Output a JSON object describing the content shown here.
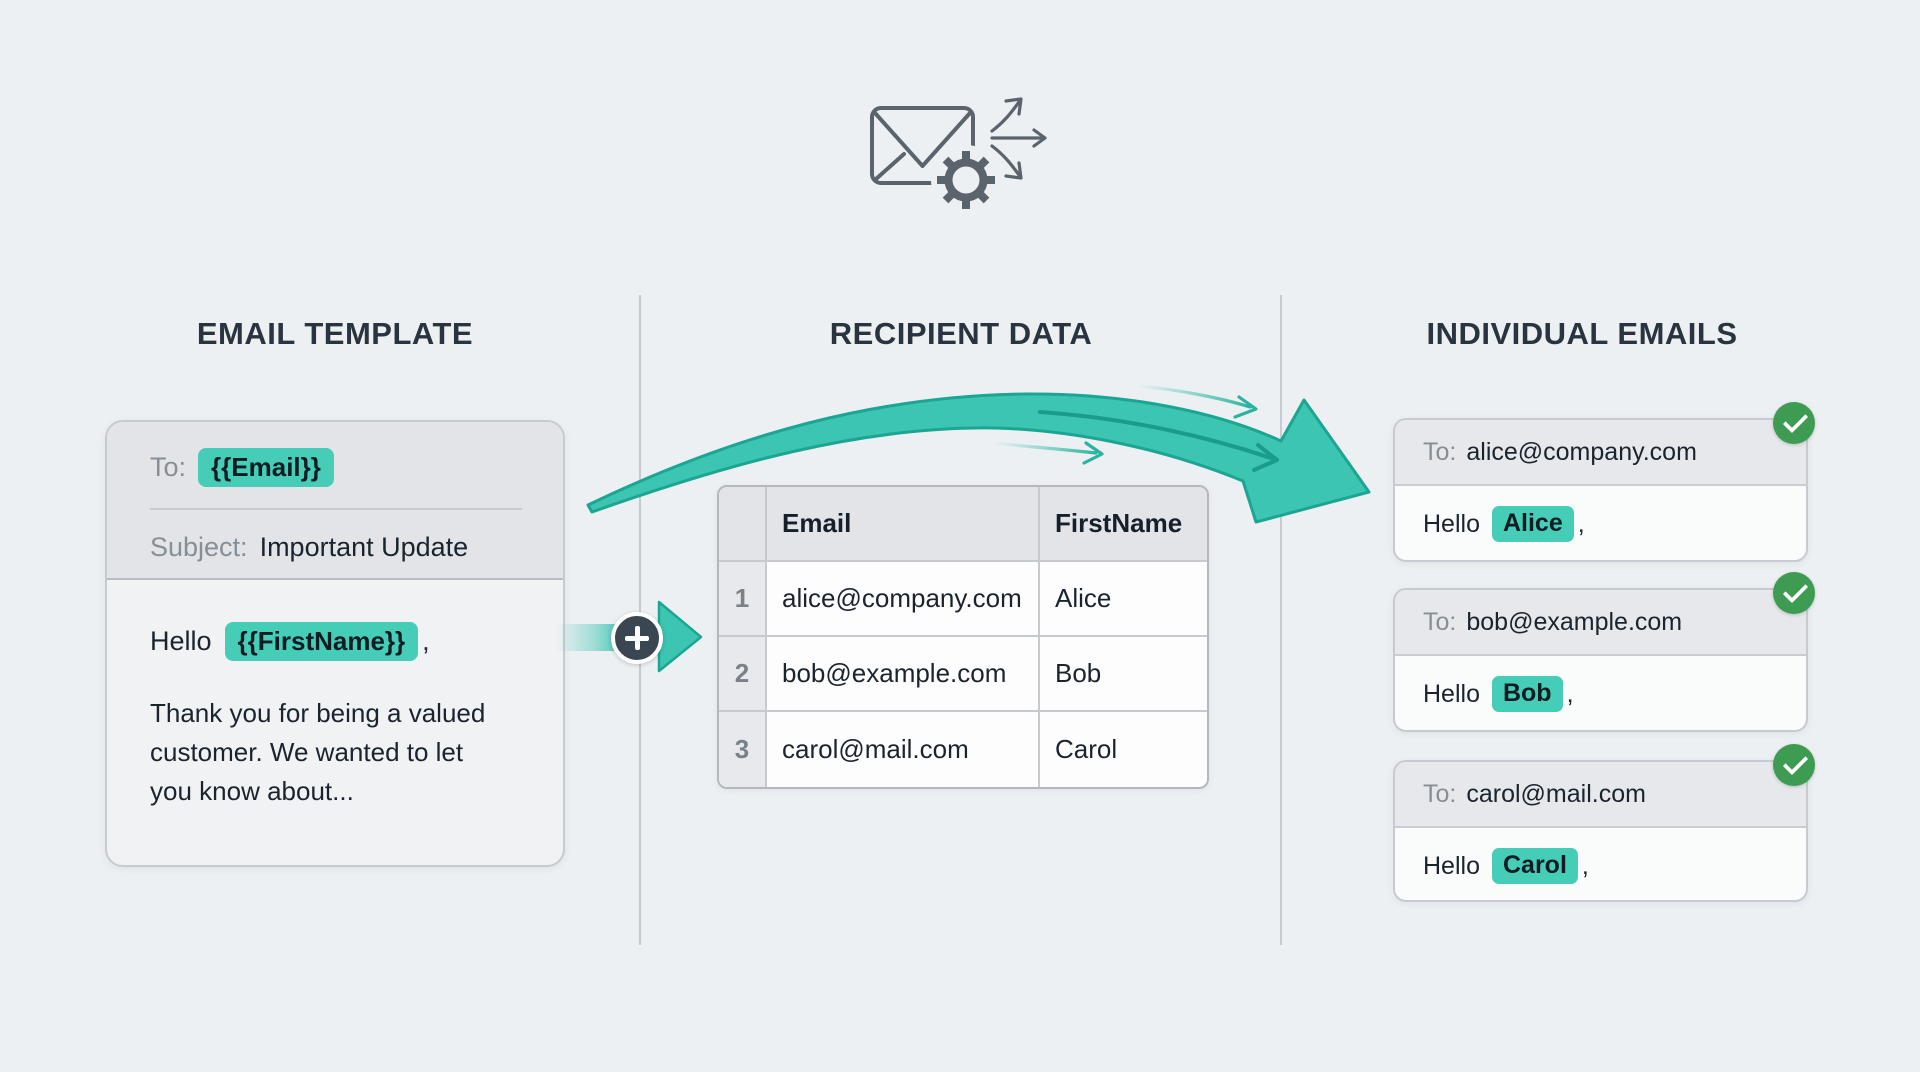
{
  "diagram": {
    "columns": [
      {
        "heading": "EMAIL TEMPLATE"
      },
      {
        "heading": "RECIPIENT DATA"
      },
      {
        "heading": "INDIVIDUAL EMAILS"
      }
    ]
  },
  "template_card": {
    "to_label": "To:",
    "to_variable": "{{Email}}",
    "subject_label": "Subject:",
    "subject_value": "Important Update",
    "greeting_word": "Hello",
    "greeting_variable": "{{FirstName}}",
    "greeting_punctuation": ",",
    "body_lines": [
      "Thank you for being a valued",
      "customer. We wanted to let",
      "you know about..."
    ]
  },
  "recipient_table": {
    "headers": {
      "email": "Email",
      "first_name": "FirstName"
    },
    "rows": [
      {
        "num": "1",
        "email": "alice@company.com",
        "first_name": "Alice"
      },
      {
        "num": "2",
        "email": "bob@example.com",
        "first_name": "Bob"
      },
      {
        "num": "3",
        "email": "carol@mail.com",
        "first_name": "Carol"
      }
    ]
  },
  "individual_emails": [
    {
      "to_label": "To:",
      "to_value": "alice@company.com",
      "greeting_word": "Hello",
      "name": "Alice",
      "punctuation": ","
    },
    {
      "to_label": "To:",
      "to_value": "bob@example.com",
      "greeting_word": "Hello",
      "name": "Bob",
      "punctuation": ","
    },
    {
      "to_label": "To:",
      "to_value": "carol@mail.com",
      "greeting_word": "Hello",
      "name": "Carol",
      "punctuation": ","
    }
  ],
  "colors": {
    "background": "#edf0f3",
    "heading_text": "#2a3440",
    "accent_teal": "#45cdb7",
    "arrow_teal": "#3cc5b1",
    "arrow_outline": "#1da593",
    "success_green": "#3d9b52",
    "plus_circle": "#3a4652",
    "icon_gray": "#5b636d"
  }
}
